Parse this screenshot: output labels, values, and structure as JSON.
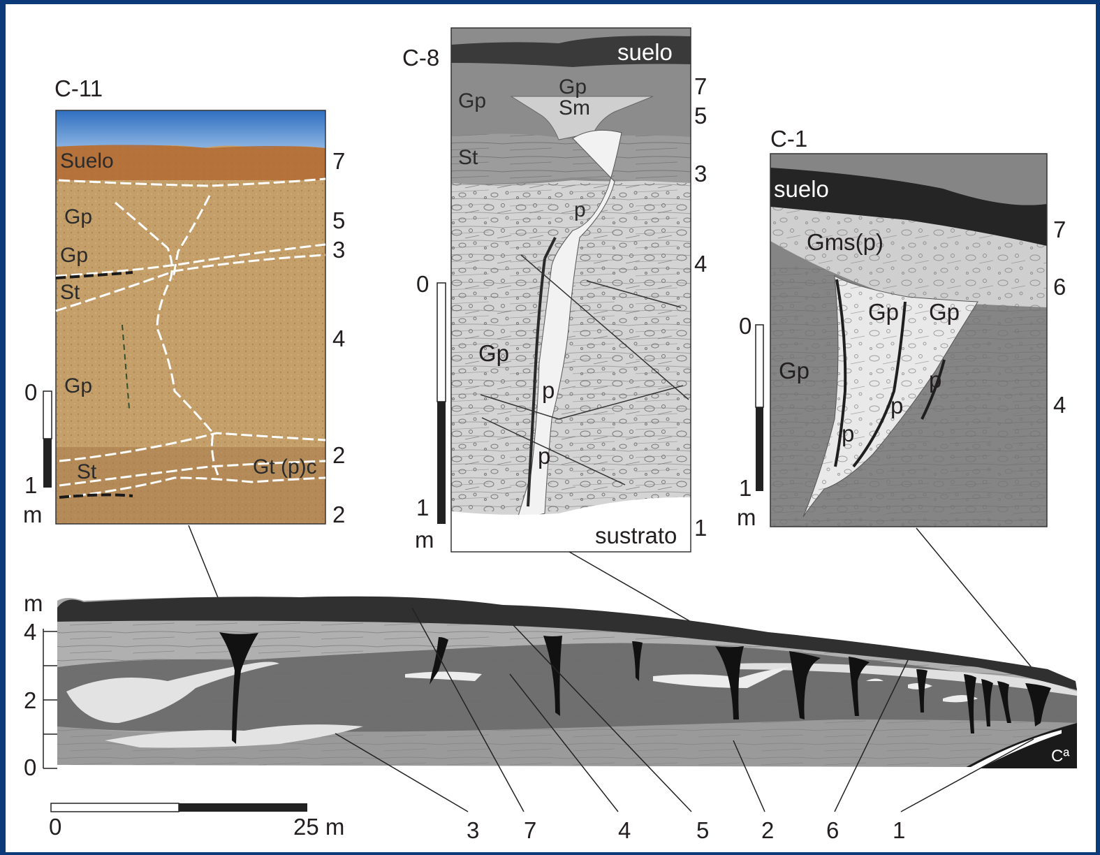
{
  "colors": {
    "frame_border": "#0d3a78",
    "soil": "#2b2b2b",
    "unit_gp": "#8a8a8a",
    "unit_gt": "#b8b8b8",
    "unit_light": "#e8e8e8",
    "photo_sky": "#4a7fc4",
    "photo_sediment": "#c7a06a"
  },
  "c11": {
    "title": "C-11",
    "labels": [
      "Suelo",
      "Gp",
      "Gp",
      "St",
      "Gp",
      "St",
      "Gt (p)c"
    ],
    "right_nums": [
      "7",
      "5",
      "3",
      "4",
      "2",
      "2"
    ],
    "scale": {
      "top": "0",
      "bottom": "1",
      "unit": "m"
    }
  },
  "c8": {
    "title": "C-8",
    "labels": [
      "suelo",
      "Gp",
      "Gp",
      "Sm",
      "St",
      "p",
      "Gp",
      "p",
      "p",
      "sustrato"
    ],
    "right_nums": [
      "7",
      "5",
      "3",
      "4",
      "1"
    ],
    "scale": {
      "top": "0",
      "bottom": "1",
      "unit": "m"
    }
  },
  "c1": {
    "title": "C-1",
    "labels": [
      "suelo",
      "Gms(p)",
      "Gp",
      "Gp",
      "Gp",
      "p",
      "p",
      "p"
    ],
    "right_nums": [
      "7",
      "6",
      "4"
    ],
    "scale": {
      "top": "0",
      "bottom": "1",
      "unit": "m"
    }
  },
  "section": {
    "axis_unit": "m",
    "axis_ticks": [
      "4",
      "2",
      "0"
    ],
    "ca_label": "Cª",
    "bottom_labels": [
      "3",
      "7",
      "4",
      "5",
      "2",
      "6",
      "1"
    ]
  },
  "scalebar": {
    "start": "0",
    "end": "25 m"
  }
}
